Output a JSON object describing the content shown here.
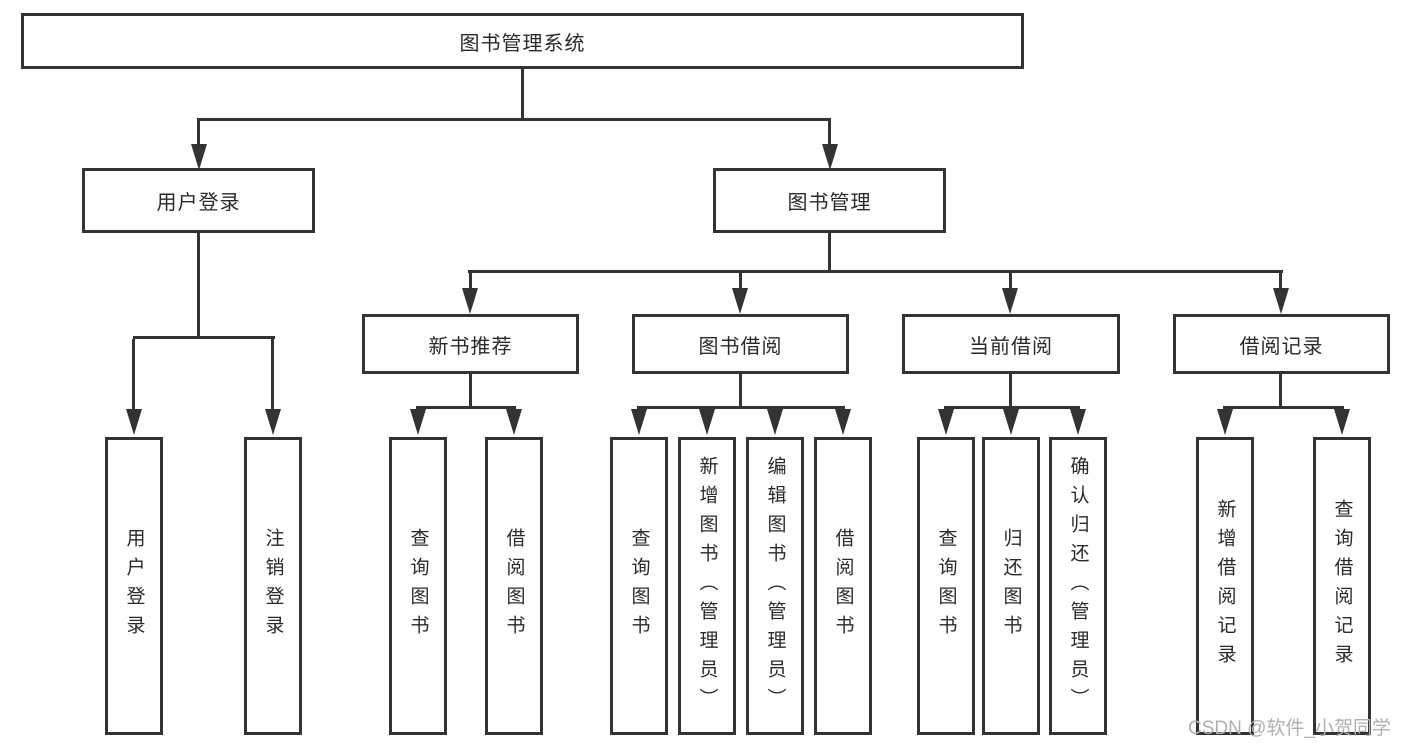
{
  "title": "图书管理系统",
  "level2": {
    "user_login": "用户登录",
    "book_mgmt": "图书管理"
  },
  "level3": {
    "new_books": "新书推荐",
    "borrowing": "图书借阅",
    "current": "当前借阅",
    "records": "借阅记录"
  },
  "leaves": {
    "user_login": [
      "用户登录",
      "注销登录"
    ],
    "new_books": [
      "查询图书",
      "借阅图书"
    ],
    "borrowing": [
      "查询图书",
      "新增图书（管理员）",
      "编辑图书（管理员）",
      "借阅图书"
    ],
    "current": [
      "查询图书",
      "归还图书",
      "确认归还（管理员）"
    ],
    "records": [
      "新增借阅记录",
      "查询借阅记录"
    ]
  },
  "watermark": "CSDN @软件_小贺同学",
  "colors": {
    "line": "#333333",
    "text": "#2a2a2a",
    "watermark": "#b0b0b0"
  }
}
